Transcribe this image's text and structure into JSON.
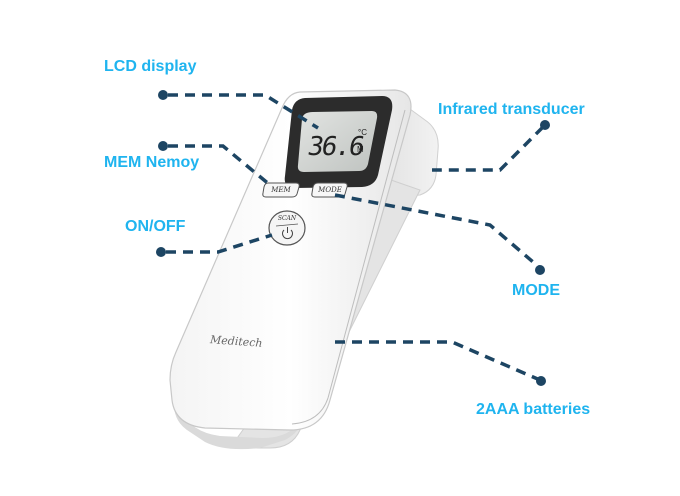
{
  "diagram": {
    "subject": "Infrared forehead thermometer",
    "brand": "Meditech",
    "accent_color": "#1fb4ef",
    "leader_color": "#1d4563",
    "labels": [
      {
        "id": "lcd",
        "text": "LCD display"
      },
      {
        "id": "mem",
        "text": "MEM Nemoy"
      },
      {
        "id": "onoff",
        "text": "ON/OFF"
      },
      {
        "id": "infrared",
        "text": "Infrared transducer"
      },
      {
        "id": "mode",
        "text": "MODE"
      },
      {
        "id": "batteries",
        "text": "2AAA batteries"
      }
    ],
    "device": {
      "lcd_reading": "36.6",
      "lcd_unit": "°C",
      "lcd_mode": "M",
      "buttons": {
        "mem": "MEM",
        "mode": "MODE",
        "scan": "SCAN"
      }
    }
  }
}
